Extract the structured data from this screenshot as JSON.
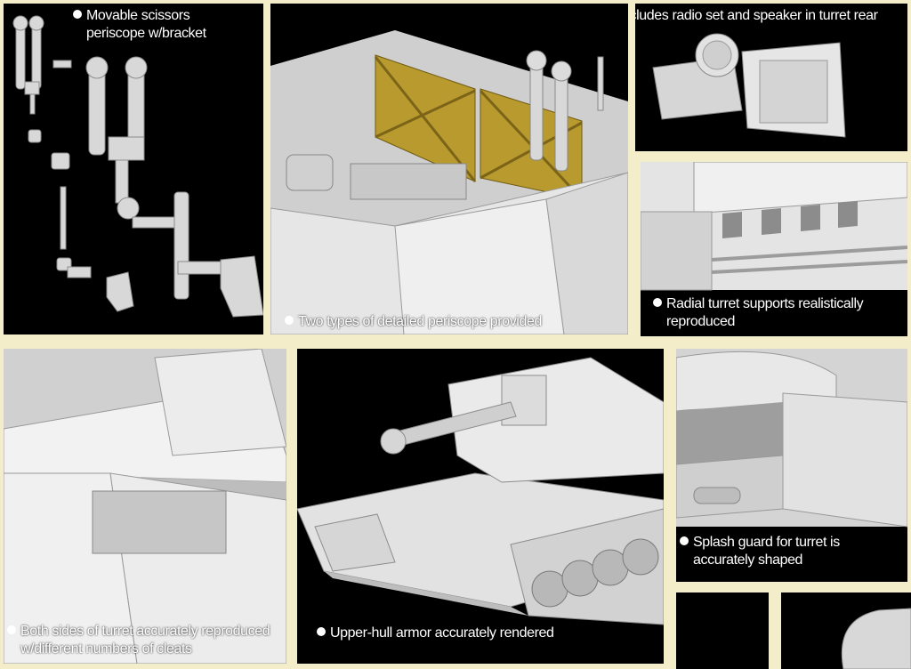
{
  "colors": {
    "frame": "#f4edc9",
    "panel": "#000000",
    "model_light": "#e6e6e6",
    "model_mid": "#bdbdbd",
    "model_dark": "#8c8c8c",
    "brass": "#b89a2e"
  },
  "captions": {
    "scissors_periscope": {
      "line1": "Movable scissors",
      "line2": "periscope w/bracket"
    },
    "radio_set": {
      "line1": "Includes radio set and speaker in turret rear"
    },
    "two_periscopes": {
      "line1": "Two types of detailed periscope provided"
    },
    "radial_supports": {
      "line1": "Radial turret supports realistically",
      "line2": "reproduced"
    },
    "turret_sides": {
      "line1": "Both sides of turret accurately reproduced",
      "line2": "w/different numbers of cleats"
    },
    "upper_hull": {
      "line1": "Upper-hull armor accurately rendered"
    },
    "splash_guard": {
      "line1": "Splash guard for turret is",
      "line2": "accurately shaped"
    }
  }
}
